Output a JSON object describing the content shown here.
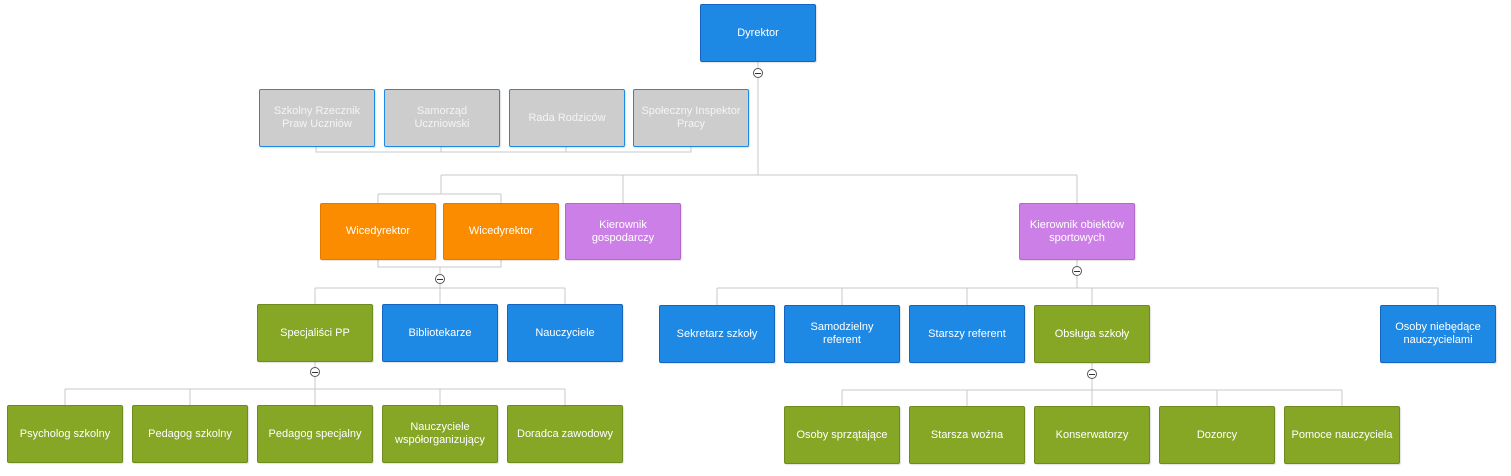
{
  "diagram": {
    "root": "Dyrektor",
    "advisory": {
      "rzecznik": "Szkolny Rzecznik Praw Uczniów",
      "samorzad": "Samorząd Uczniowski",
      "rada": "Rada Rodziców",
      "inspektor": "Społeczny Inspektor Pracy"
    },
    "level2": {
      "wicedyrektor1": "Wicedyrektor",
      "wicedyrektor2": "Wicedyrektor",
      "kierownik_gosp": "Kierownik gospodarczy",
      "kierownik_obiektow": "Kierownik obiektów sportowych"
    },
    "level3": {
      "specjalisci": "Specjaliści PP",
      "bibliotekarze": "Bibliotekarze",
      "nauczyciele": "Nauczyciele",
      "sekretarz": "Sekretarz szkoły",
      "samodzielny": "Samodzielny referent",
      "starszy": "Starszy referent",
      "obsluga": "Obsługa szkoły",
      "niebedace": "Osoby niebędące nauczycielami"
    },
    "level4": {
      "psycholog": "Psycholog szkolny",
      "pedagog": "Pedagog szkolny",
      "pedagog_spec": "Pedagog specjalny",
      "wspolorg": "Nauczyciele współorganizujący",
      "doradca": "Doradca zawodowy",
      "sprzatajace": "Osoby sprzątające",
      "wozna": "Starsza woźna",
      "konserwatorzy": "Konserwatorzy",
      "dozorcy": "Dozorcy",
      "pomoce": "Pomoce nauczyciela"
    }
  },
  "colors": {
    "blue": "#1e88e5",
    "orange": "#fb8c00",
    "purple": "#cd7fe8",
    "green": "#86a626",
    "gray": "#cdcdcd",
    "connector": "#c8c8c8"
  },
  "icons": {
    "collapse": "collapse-minus-icon"
  }
}
